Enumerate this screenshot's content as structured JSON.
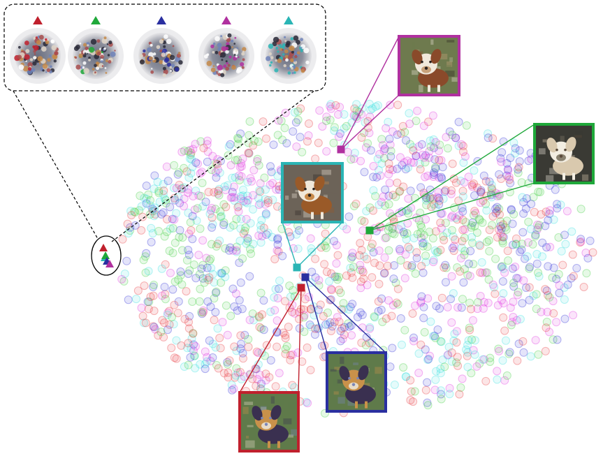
{
  "figure": {
    "description_labels": [],
    "cluster_colors": {
      "red": "#e8343a",
      "green": "#3fcf3f",
      "blue": "#2f2fd6",
      "magenta": "#e02ee0",
      "cyan": "#35e0e0"
    },
    "marker_colors": {
      "red": "#c0202d",
      "green": "#1fa83a",
      "blue": "#2a2fa0",
      "magenta": "#b0309f",
      "cyan": "#2ab5b5"
    },
    "inset_triangles": [
      "red",
      "green",
      "blue",
      "magenta",
      "cyan"
    ],
    "callouts": [
      {
        "id": "magenta",
        "color": "magenta",
        "subject": "papillon-dog-photo"
      },
      {
        "id": "green",
        "color": "green",
        "subject": "terrier-dog-photo"
      },
      {
        "id": "cyan",
        "color": "cyan",
        "subject": "beagle-dog-photo"
      },
      {
        "id": "blue",
        "color": "blue",
        "subject": "synthetic-dog-photo"
      },
      {
        "id": "red",
        "color": "red",
        "subject": "synthetic-dog-photo"
      }
    ]
  }
}
